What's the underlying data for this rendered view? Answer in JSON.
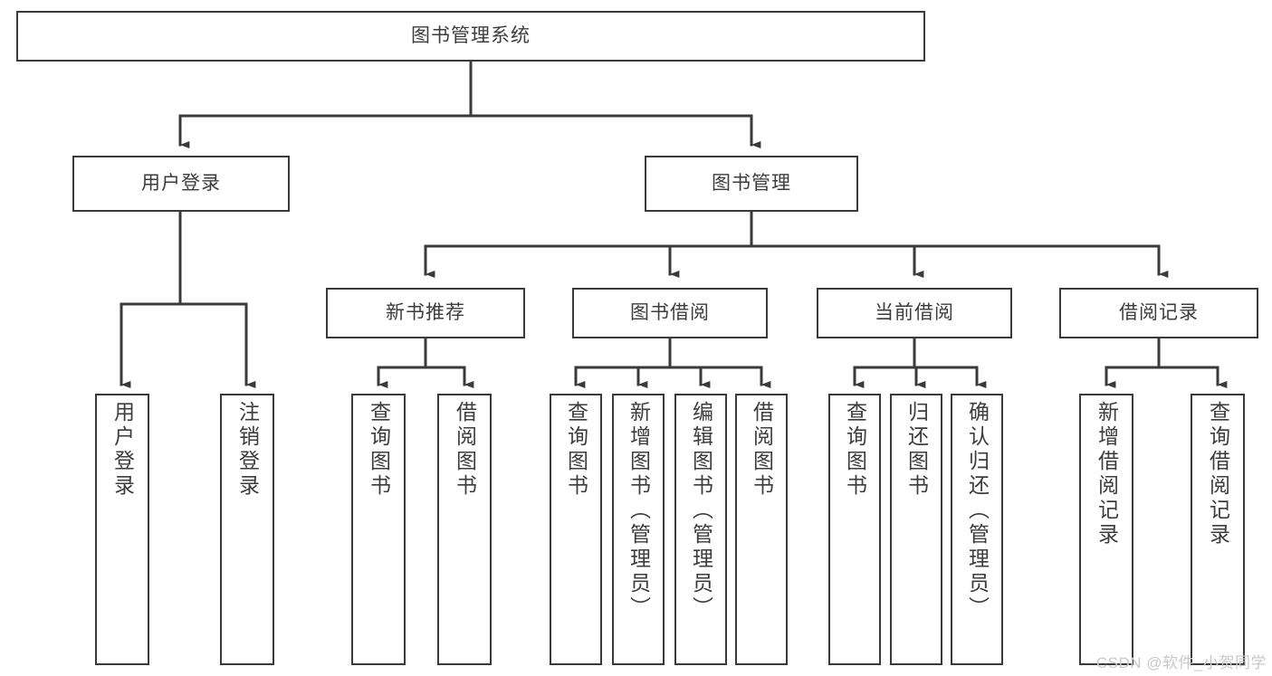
{
  "diagram": {
    "type": "hierarchy-tree",
    "title": "图书管理系统",
    "watermark": "CSDN @软件_小贺同学",
    "colors": {
      "stroke": "#3a3a3a",
      "text": "#3c3c3c",
      "background": "#ffffff",
      "watermark": "#c9c9c9"
    },
    "nodes": {
      "root": {
        "label": "图书管理系统",
        "level": 0,
        "orientation": "horizontal"
      },
      "l1": [
        {
          "id": "user-login",
          "label": "用户登录",
          "level": 1,
          "orientation": "horizontal"
        },
        {
          "id": "book-manage",
          "label": "图书管理",
          "level": 1,
          "orientation": "horizontal"
        }
      ],
      "l2": [
        {
          "id": "new-book-rec",
          "label": "新书推荐",
          "level": 2,
          "orientation": "horizontal",
          "parent": "book-manage"
        },
        {
          "id": "book-borrow",
          "label": "图书借阅",
          "level": 2,
          "orientation": "horizontal",
          "parent": "book-manage"
        },
        {
          "id": "current-borrow",
          "label": "当前借阅",
          "level": 2,
          "orientation": "horizontal",
          "parent": "book-manage"
        },
        {
          "id": "borrow-record",
          "label": "借阅记录",
          "level": 2,
          "orientation": "horizontal",
          "parent": "book-manage"
        }
      ],
      "leaves": [
        {
          "id": "leaf-user-login",
          "label": "用户登录",
          "parent": "user-login",
          "orientation": "vertical"
        },
        {
          "id": "leaf-logout",
          "label": "注销登录",
          "parent": "user-login",
          "orientation": "vertical"
        },
        {
          "id": "leaf-query-book-1",
          "label": "查询图书",
          "parent": "new-book-rec",
          "orientation": "vertical"
        },
        {
          "id": "leaf-borrow-book-1",
          "label": "借阅图书",
          "parent": "new-book-rec",
          "orientation": "vertical"
        },
        {
          "id": "leaf-query-book-2",
          "label": "查询图书",
          "parent": "book-borrow",
          "orientation": "vertical"
        },
        {
          "id": "leaf-add-book",
          "label": "新增图书（管理员）",
          "parent": "book-borrow",
          "orientation": "vertical"
        },
        {
          "id": "leaf-edit-book",
          "label": "编辑图书（管理员）",
          "parent": "book-borrow",
          "orientation": "vertical"
        },
        {
          "id": "leaf-borrow-book-2",
          "label": "借阅图书",
          "parent": "book-borrow",
          "orientation": "vertical"
        },
        {
          "id": "leaf-query-book-3",
          "label": "查询图书",
          "parent": "current-borrow",
          "orientation": "vertical"
        },
        {
          "id": "leaf-return-book",
          "label": "归还图书",
          "parent": "current-borrow",
          "orientation": "vertical"
        },
        {
          "id": "leaf-confirm-return",
          "label": "确认归还（管理员）",
          "parent": "current-borrow",
          "orientation": "vertical"
        },
        {
          "id": "leaf-add-record",
          "label": "新增借阅记录",
          "parent": "borrow-record",
          "orientation": "vertical"
        },
        {
          "id": "leaf-query-record",
          "label": "查询借阅记录",
          "parent": "borrow-record",
          "orientation": "vertical"
        }
      ]
    }
  }
}
